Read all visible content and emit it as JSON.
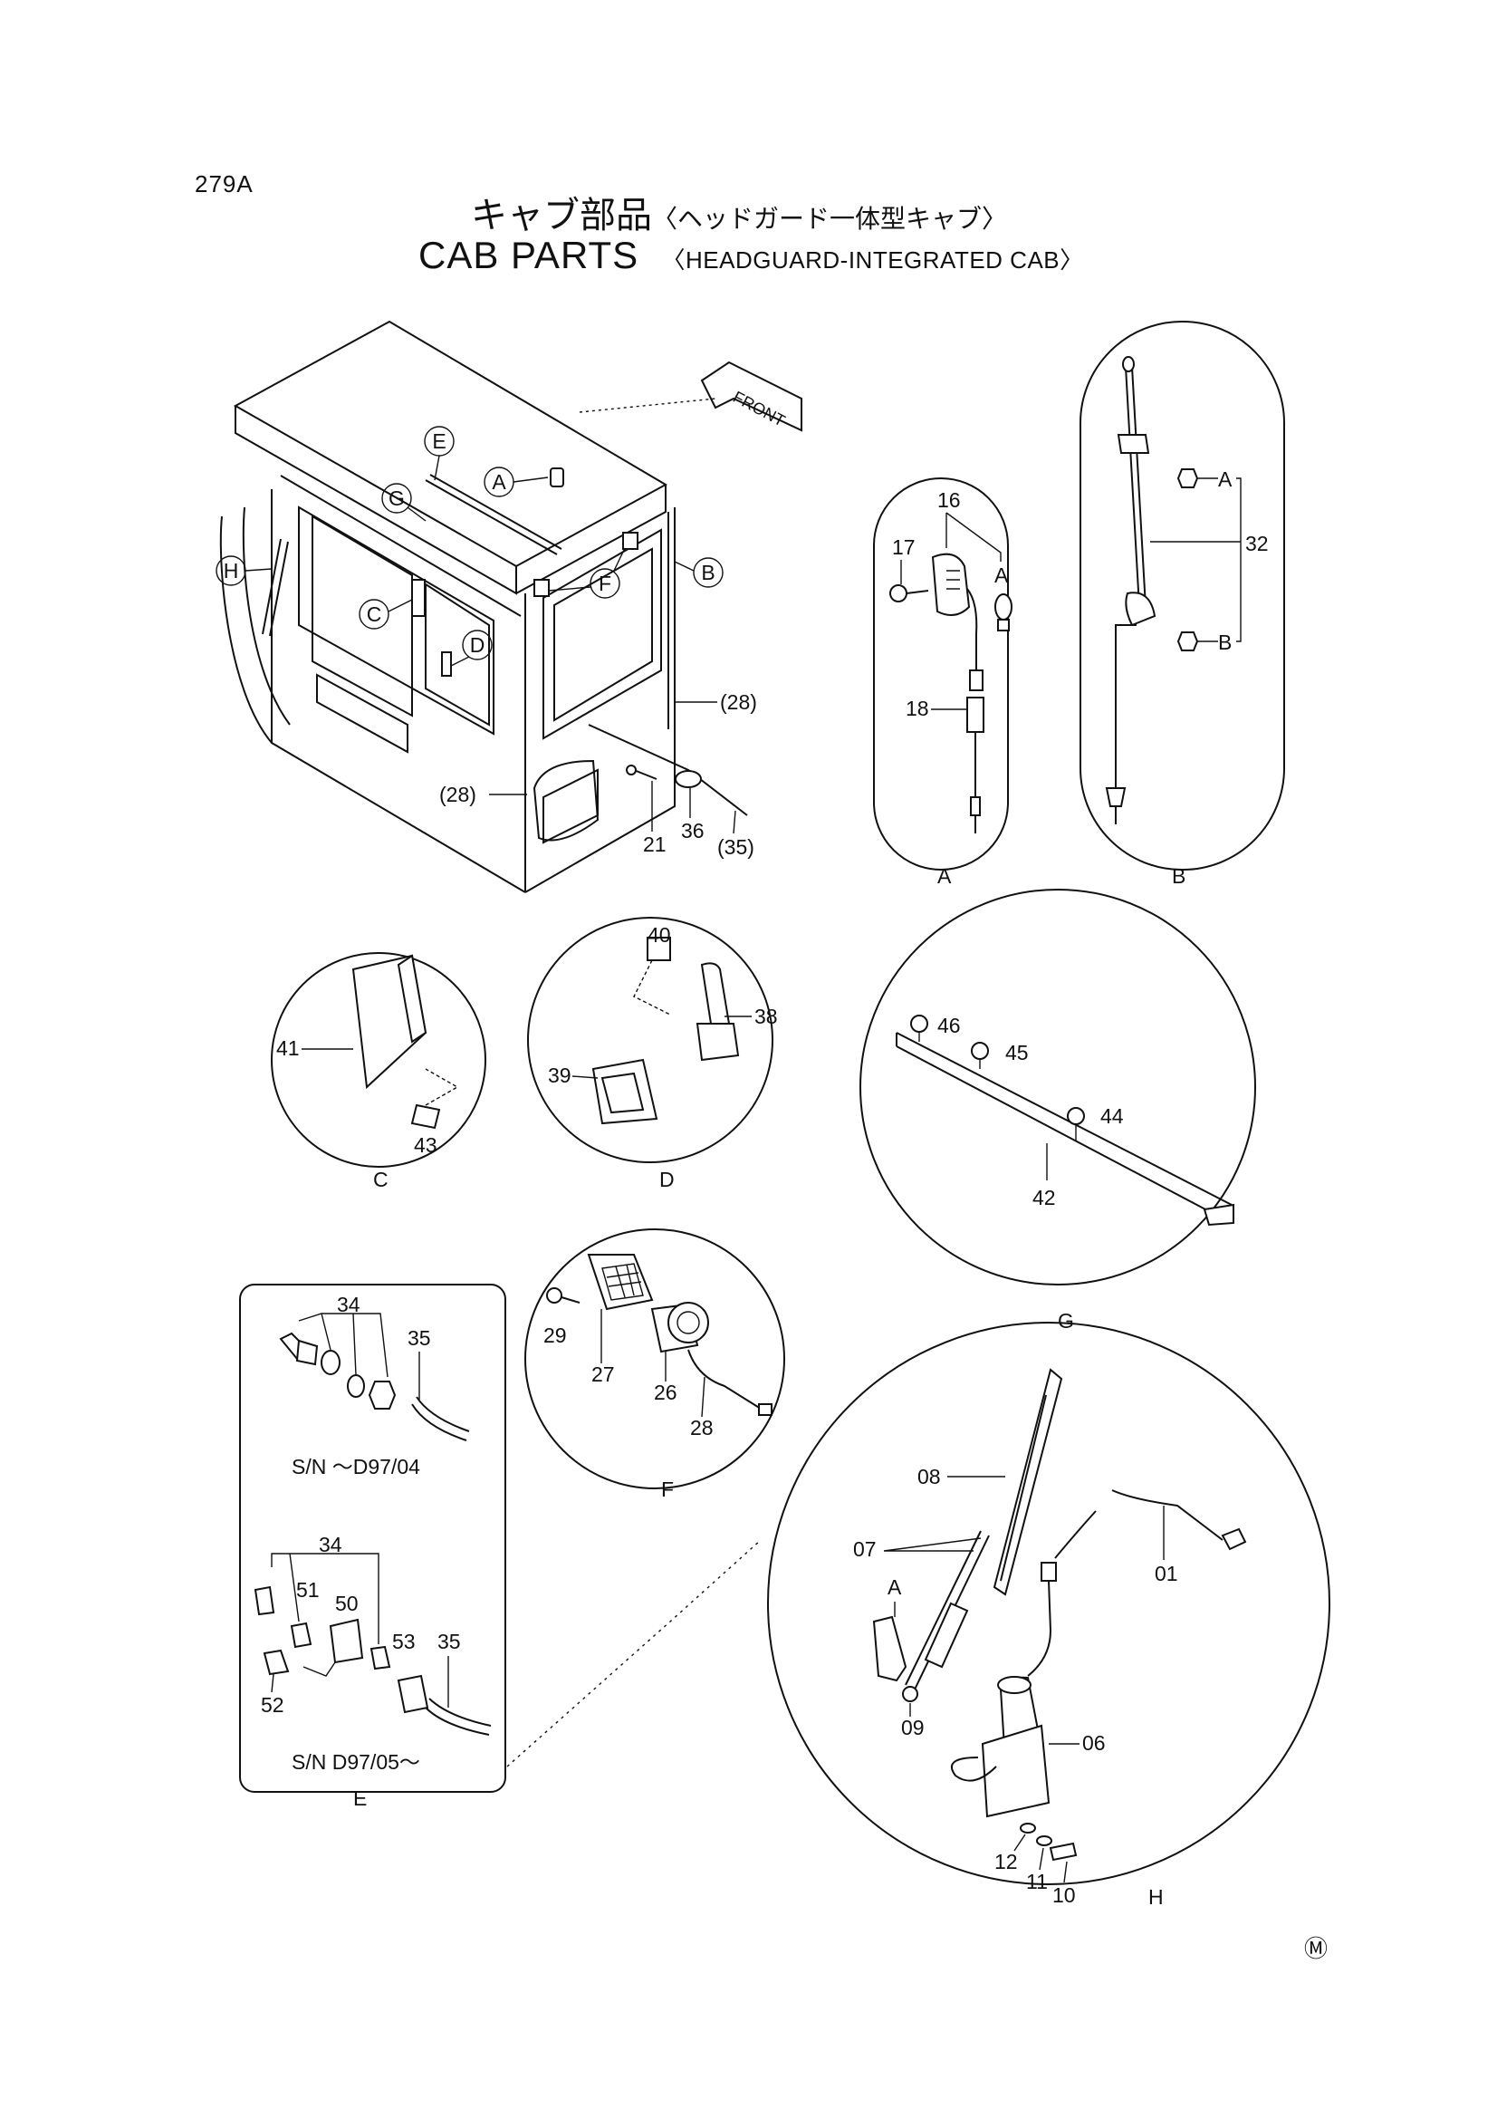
{
  "page": {
    "number": "279A",
    "title_jp": "キャブ部品",
    "title_jp_sub": "〈ヘッドガード一体型キャブ〉",
    "title_en": "CAB PARTS",
    "title_en_sub": "〈HEADGUARD-INTEGRATED CAB〉",
    "footer_mark": "Ⓜ"
  },
  "main_view": {
    "front_label": "FRONT",
    "circled_refs": [
      "E",
      "A",
      "G",
      "H",
      "C",
      "D",
      "F",
      "B"
    ],
    "callouts": [
      "(28)",
      "(28)",
      "21",
      "36",
      "(35)"
    ]
  },
  "detail_A": {
    "label": "A",
    "callouts": [
      "16",
      "17",
      "A",
      "18"
    ]
  },
  "detail_B": {
    "label": "B",
    "callouts": [
      "A",
      "32",
      "B"
    ]
  },
  "detail_C": {
    "label": "C",
    "callouts": [
      "41",
      "43"
    ]
  },
  "detail_D": {
    "label": "D",
    "callouts": [
      "40",
      "38",
      "39"
    ]
  },
  "detail_G": {
    "label": "G",
    "callouts": [
      "46",
      "45",
      "44",
      "42"
    ]
  },
  "detail_F": {
    "label": "F",
    "callouts": [
      "29",
      "27",
      "26",
      "28"
    ]
  },
  "detail_E": {
    "label": "E",
    "upper": {
      "callouts": [
        "34",
        "35"
      ],
      "serial": "S/N ～D97/04"
    },
    "lower": {
      "callouts": [
        "34",
        "51",
        "50",
        "53",
        "35",
        "52"
      ],
      "serial": "S/N D97/05～"
    }
  },
  "detail_H": {
    "label": "H",
    "callouts": [
      "08",
      "07",
      "A",
      "01",
      "06",
      "09",
      "12",
      "11",
      "10"
    ]
  }
}
